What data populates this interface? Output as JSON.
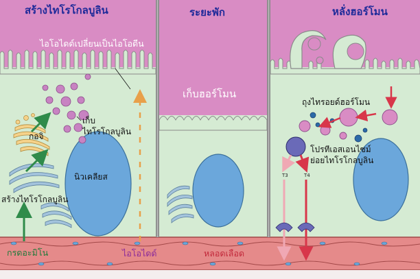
{
  "panels": [
    {
      "title": "สร้างไทโรโกลบูลิน"
    },
    {
      "title": "ระยะพัก"
    },
    {
      "title": "หลั่งฮอร์โมน"
    }
  ],
  "labels": {
    "iodide_to_iodine": "ไอโอไดด์เปลี่ยนเป็นไอโอดีน",
    "store_thyroglobulin_line1": "เก็บ",
    "store_thyroglobulin_line2": "ไทโรโกลบูลิน",
    "golgi": "กอจิ",
    "nucleus": "นิวเคลียส",
    "synthesize_thyroglobulin": "สร้างไทโรโกลบูลิน",
    "amino_acid": "กรดอะมิโน",
    "iodide": "ไอโอไดด์",
    "store_hormone": "เก็บฮอร์โมน",
    "blood_vessel": "หลอดเลือด",
    "hormone_vesicle": "ถุงไทรอยด์ฮอร์โมน",
    "protease_line1": "โปรทีเอสเอนไซม์",
    "protease_line2": "ย่อยไทโรโกลบูลิน",
    "t3": "T3",
    "t4": "T4"
  },
  "colors": {
    "colloid": "#d98cc4",
    "cytoplasm": "#d5ebd3",
    "nucleus": "#6ba7db",
    "blood": "#e58a8a",
    "title": "#1e2a99",
    "arrow_green": "#2f8b4a",
    "arrow_orange": "#e8a04a",
    "arrow_red": "#d8364a",
    "arrow_pink": "#f0a8b4"
  }
}
